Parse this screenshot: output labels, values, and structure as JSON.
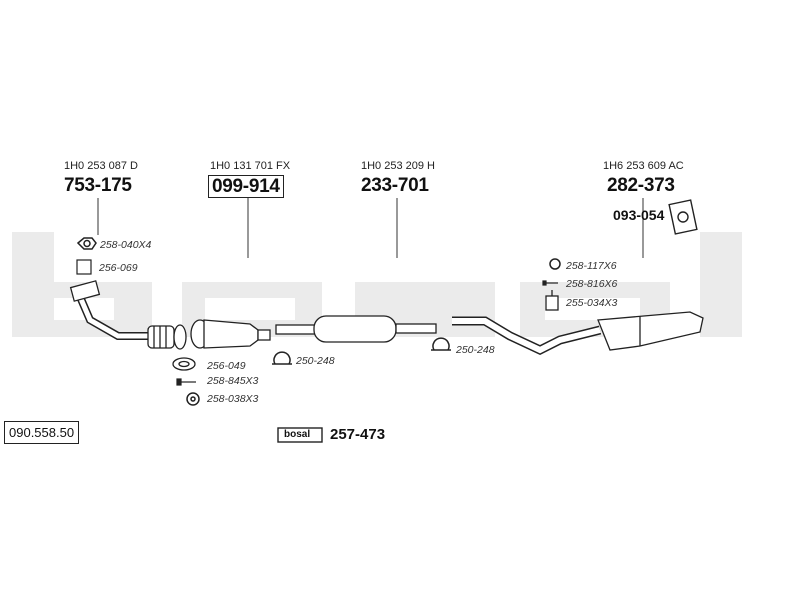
{
  "diagram_number": "090.558.50",
  "watermark": "bosal",
  "brand_badge": "bosal",
  "kit_number": "257-473",
  "main_parts": [
    {
      "oem": "1H0 253 087 D",
      "part": "753-175"
    },
    {
      "oem": "1H0 131 701 FX",
      "part": "099-914"
    },
    {
      "oem": "1H0 253 209 H",
      "part": "233-701"
    },
    {
      "oem": "1H6 253 609 AC",
      "part": "282-373"
    }
  ],
  "extra_part": "093-054",
  "accessories": {
    "a1": "258-040X4",
    "a2": "256-069",
    "a3": "256-049",
    "a4": "258-845X3",
    "a5": "258-038X3",
    "a6": "250-248",
    "a7": "250-248",
    "a8": "258-117X6",
    "a9": "258-816X6",
    "a10": "255-034X3"
  }
}
